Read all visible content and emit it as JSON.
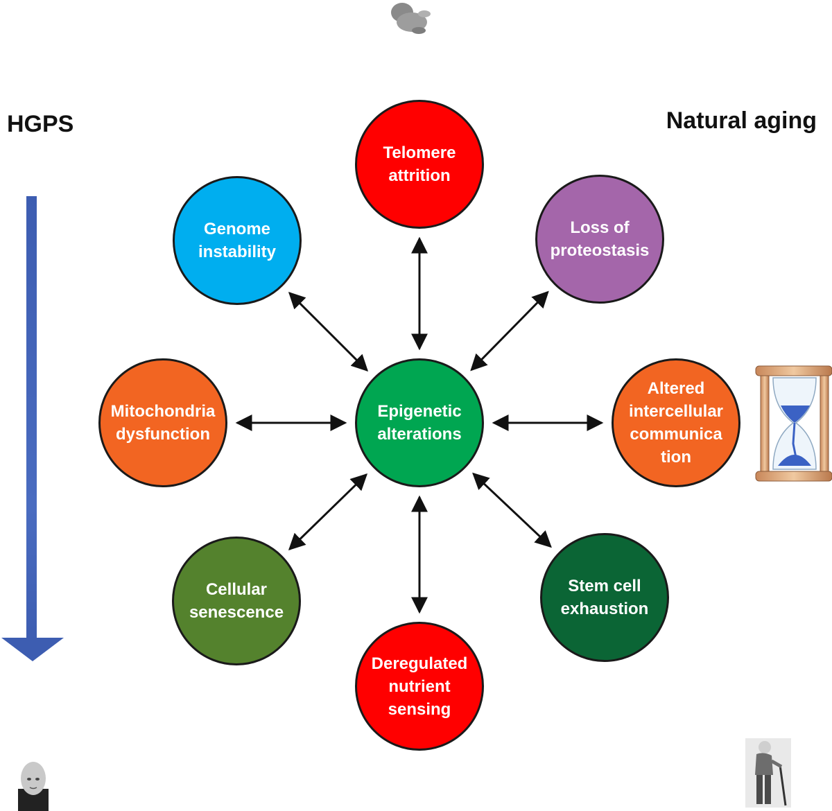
{
  "labels": {
    "left": "HGPS",
    "right": "Natural aging"
  },
  "center": {
    "label": "Epigenetic\nalterations",
    "color": "#00a651"
  },
  "hallmarks": [
    {
      "id": "telomere",
      "label": "Telomere\nattrition",
      "color": "#ff0000"
    },
    {
      "id": "proteostasis",
      "label": "Loss of\nproteostasis",
      "color": "#a466aa"
    },
    {
      "id": "communication",
      "label": "Altered\nintercellular\ncommunica\ntion",
      "color": "#f26522"
    },
    {
      "id": "stemcell",
      "label": "Stem cell\nexhaustion",
      "color": "#0b6535"
    },
    {
      "id": "nutrient",
      "label": "Deregulated\nnutrient\nsensing",
      "color": "#ff0000"
    },
    {
      "id": "senescence",
      "label": "Cellular\nsenescence",
      "color": "#54822d"
    },
    {
      "id": "mitochondria",
      "label": "Mitochondria\ndysfunction",
      "color": "#f26522"
    },
    {
      "id": "genome",
      "label": "Genome\ninstability",
      "color": "#00aeef"
    }
  ],
  "arrow_color": "#3d5db1",
  "icons": [
    "fetus-icon",
    "child-icon",
    "hourglass-icon",
    "elderly-person-icon"
  ]
}
